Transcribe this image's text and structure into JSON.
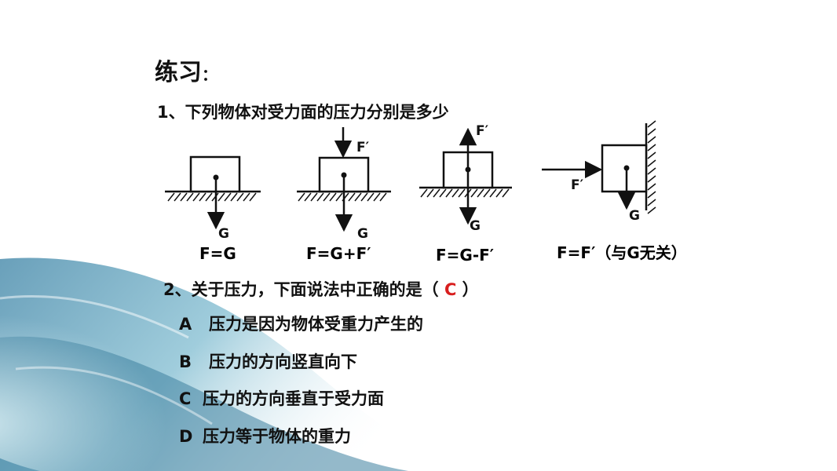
{
  "heading": {
    "title": "练习",
    "colon": "："
  },
  "question1": {
    "text": "1、下列物体对受力面的压力分别是多少",
    "labels": {
      "g": "G",
      "f_prime": "F′"
    },
    "answers": [
      "F=G",
      "F=G+F′",
      "F=G-F′",
      "F=F′（与G无关）"
    ]
  },
  "question2": {
    "prefix": "2、关于压力，下面说法中正确的是（",
    "answer": "C",
    "suffix": "）",
    "options": [
      {
        "letter": "A",
        "text": "压力是因为物体受重力产生的"
      },
      {
        "letter": "B",
        "text": "压力的方向竖直向下"
      },
      {
        "letter": "C",
        "text": "压力的方向垂直于受力面"
      },
      {
        "letter": "D",
        "text": "压力等于物体的重力"
      }
    ]
  },
  "colors": {
    "answer_red": "#d81e1e",
    "formula_blue": "#1030e0"
  }
}
